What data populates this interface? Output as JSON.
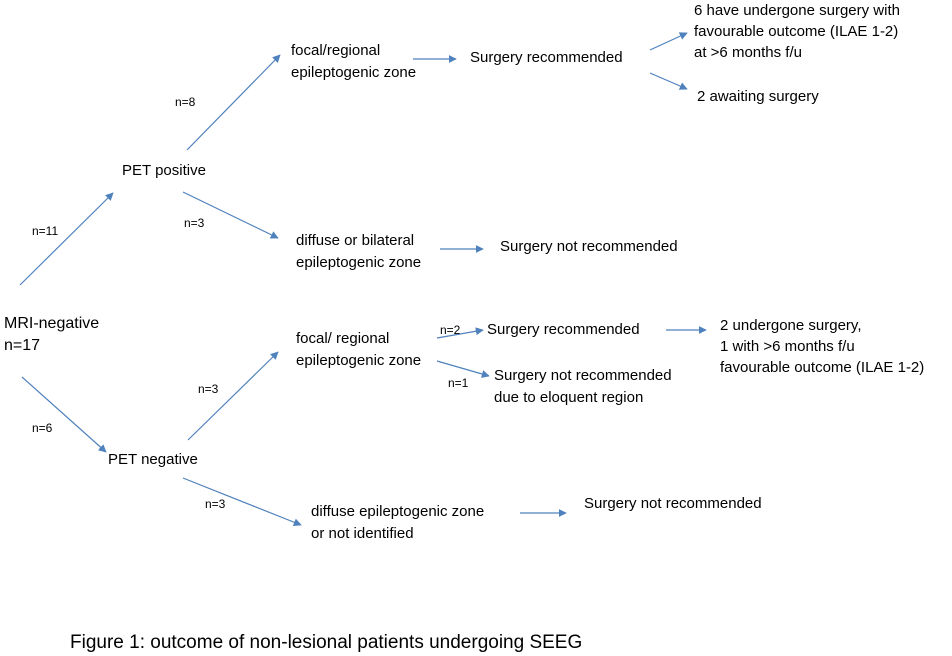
{
  "colors": {
    "arrow": "#4f81bd",
    "text": "#000000",
    "background": "#ffffff"
  },
  "root": {
    "line1": "MRI-negative",
    "line2": "n=17"
  },
  "pet_positive": {
    "label": "PET positive",
    "n_from_root": "n=11",
    "focal": {
      "n": "n=8",
      "line1": "focal/regional",
      "line2": "epileptogenic zone",
      "decision": "Surgery recommended",
      "outcome_1_line1": "6 have undergone surgery with",
      "outcome_1_line2": "favourable outcome (ILAE 1-2)",
      "outcome_1_line3": "at >6 months f/u",
      "outcome_2": "2 awaiting surgery"
    },
    "diffuse": {
      "n": "n=3",
      "line1": "diffuse or bilateral",
      "line2": "epileptogenic zone",
      "decision": "Surgery not recommended"
    }
  },
  "pet_negative": {
    "label": "PET negative",
    "n_from_root": "n=6",
    "focal": {
      "n": "n=3",
      "line1": "focal/ regional",
      "line2": "epileptogenic zone",
      "recommended_n": "n=2",
      "recommended": "Surgery recommended",
      "recommended_outcome_line1": "2 undergone surgery,",
      "recommended_outcome_line2": "1 with  >6 months f/u",
      "recommended_outcome_line3": "favourable outcome (ILAE 1-2)",
      "not_recommended_n": "n=1",
      "not_recommended_line1": "Surgery not recommended",
      "not_recommended_line2": "due to eloquent region"
    },
    "diffuse": {
      "n": "n=3",
      "line1": "diffuse epileptogenic zone",
      "line2": "or not identified",
      "decision": "Surgery not recommended"
    }
  },
  "caption": "Figure 1: outcome of non-lesional patients undergoing SEEG"
}
